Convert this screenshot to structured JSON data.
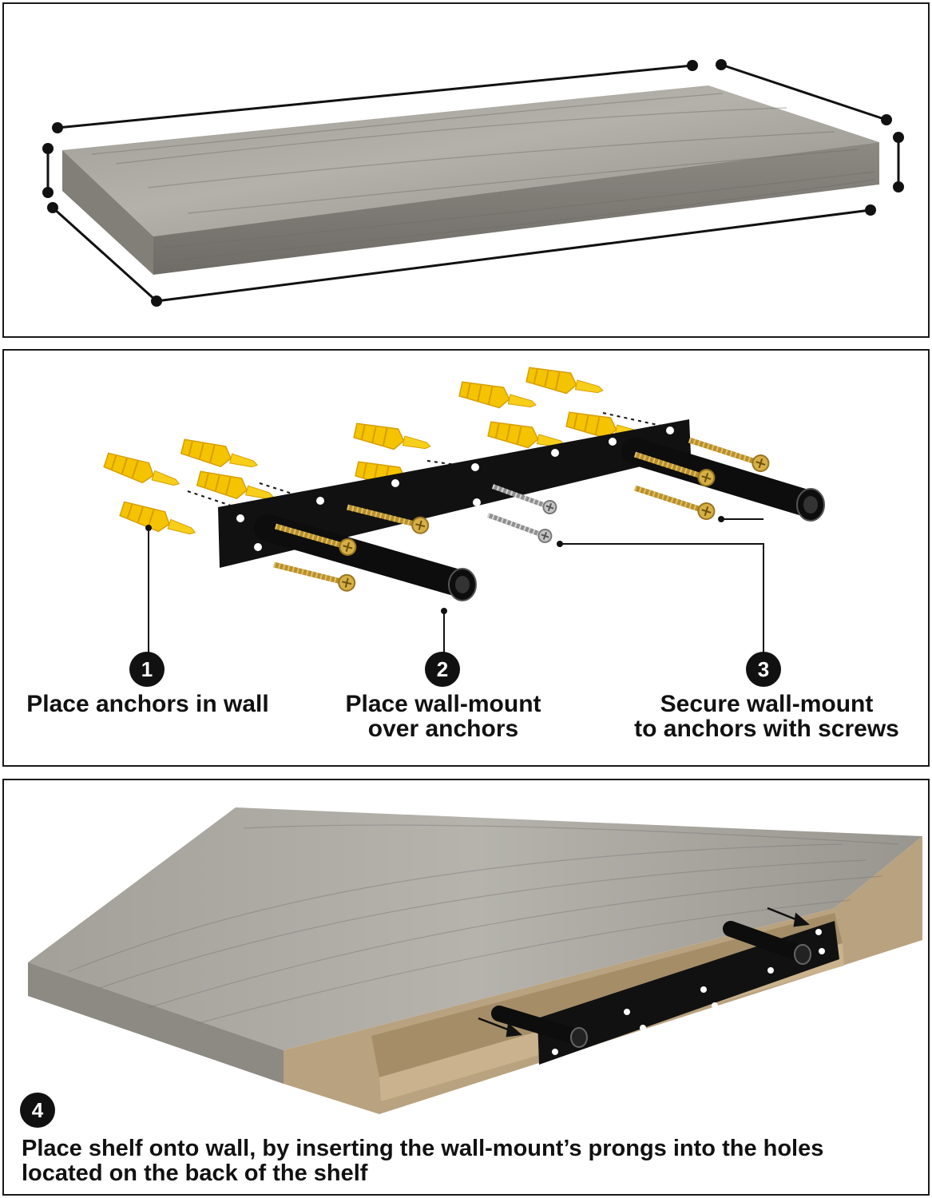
{
  "steps": [
    {
      "number": "1",
      "label": "Place anchors in wall"
    },
    {
      "number": "2",
      "label": "Place wall-mount\nover anchors"
    },
    {
      "number": "3",
      "label": "Secure wall-mount\nto anchors with screws"
    },
    {
      "number": "4",
      "label": "Place shelf onto wall, by inserting the wall-mount’s prongs into the holes\nlocated on the back of the shelf"
    }
  ],
  "colors": {
    "wood_grey": "#a6a39c",
    "wood_grey_dark": "#7d7a74",
    "mdf": "#b9a27f",
    "anchor_yellow": "#f5c400",
    "screw_brass": "#c9a23c",
    "screw_silver": "#a8a8a8",
    "bracket_black": "#111111",
    "border": "#1a1a1a"
  }
}
